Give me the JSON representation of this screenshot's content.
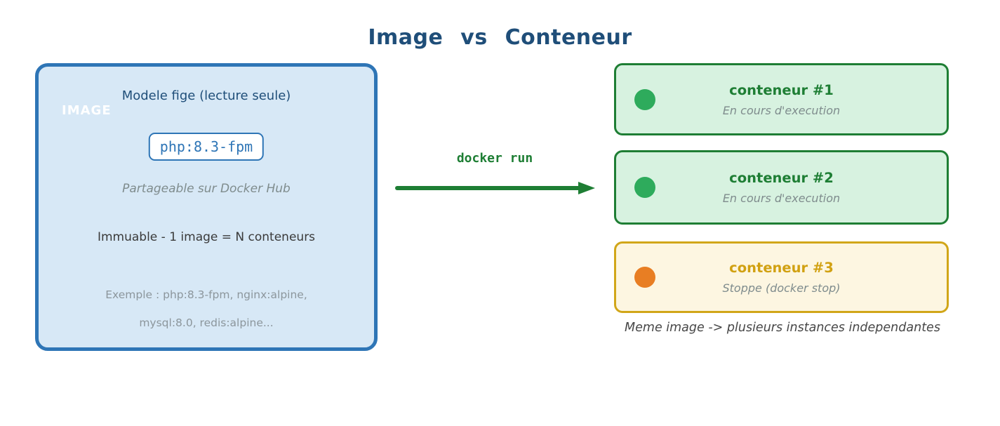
{
  "title": "Image vs Conteneur",
  "image_panel": {
    "label": "IMAGE",
    "heading": "Modele fige (lecture seule)",
    "badge": "php:8.3-fpm",
    "subtitle": "Partageable sur Docker Hub",
    "property": "Immuable - 1 image = N conteneurs",
    "examples_line1": "Exemple : php:8.3-fpm, nginx:alpine,",
    "examples_line2": "mysql:8.0, redis:alpine..."
  },
  "arrow": {
    "label": "docker run"
  },
  "containers": [
    {
      "name": "conteneur #1",
      "status": "En cours d'execution",
      "state": "running"
    },
    {
      "name": "conteneur #2",
      "status": "En cours d'execution",
      "state": "running"
    },
    {
      "name": "conteneur #3",
      "status": "Stoppe (docker stop)",
      "state": "stopped"
    }
  ],
  "caption": "Meme image -> plusieurs instances independantes",
  "colors": {
    "title_blue": "#1f4e79",
    "panel_border_blue": "#2e75b6",
    "panel_bg_blue": "#d7e8f6",
    "running_border_green": "#1e7e34",
    "running_bg_green": "#d7f2e0",
    "running_dot_green": "#2eab5c",
    "stopped_border_gold": "#d1a619",
    "stopped_bg_cream": "#fdf6e1",
    "stopped_dot_orange": "#e87e23",
    "muted_gray": "#7f8c8d"
  }
}
